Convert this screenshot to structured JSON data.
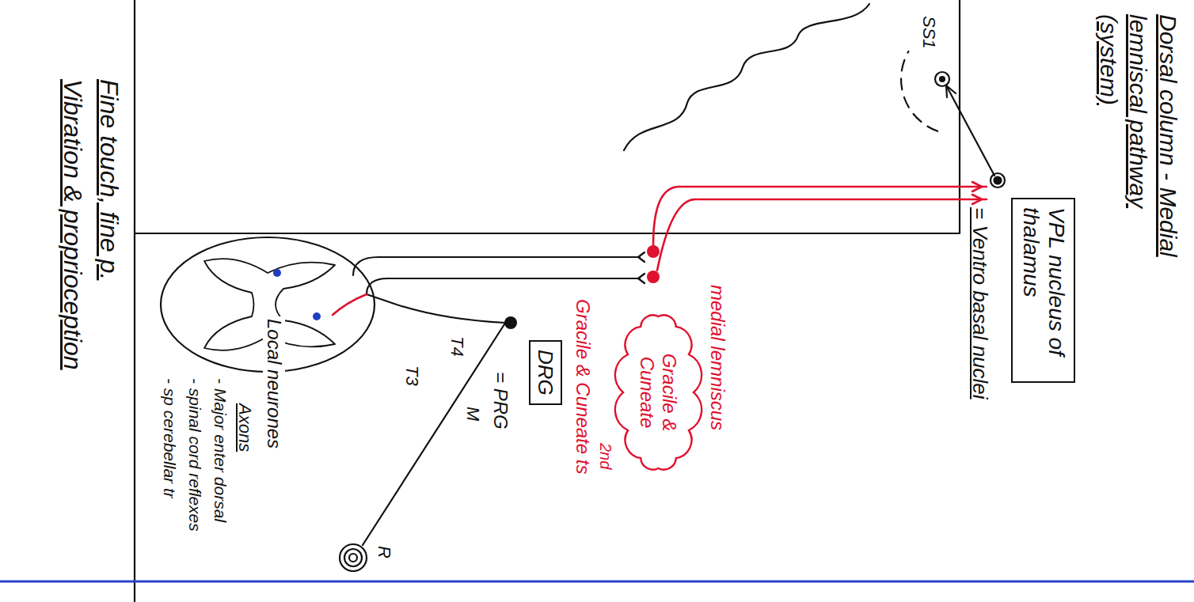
{
  "diagram": {
    "title": "Dorsal column - Medial lemniscal pathway (system)",
    "nodes": [
      {
        "text": [
          "VPL nucleus of thalamus"
        ]
      },
      {
        "text": [
          "Gracile & Cuneate"
        ]
      },
      {
        "text": [
          "DRG"
        ]
      }
    ],
    "labels": [
      "SS1",
      "= Ventro basal nuclei",
      "medial lemniscus",
      "2nd",
      "Gracile & Cuneate ts",
      "= PRG",
      "M",
      "T4",
      "T3",
      "R",
      "Local neurones",
      "Axons",
      "- Major enter dorsal",
      "- spinal cord reflexes",
      "- sp cerebellar tr",
      "Fine touch, fine p.",
      "Vibration & proprioception"
    ]
  }
}
